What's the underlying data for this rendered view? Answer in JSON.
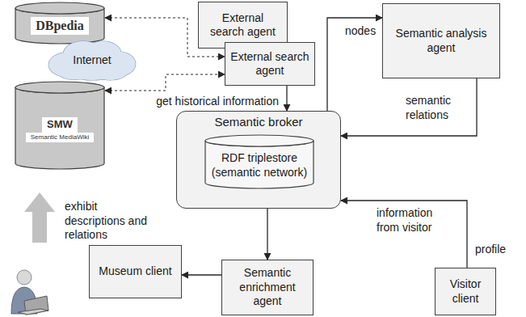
{
  "diagram": {
    "nodes": [
      {
        "text": [
          "DBpedia"
        ]
      },
      {
        "text": [
          "External search agent"
        ]
      },
      {
        "text": [
          "External search agent"
        ]
      },
      {
        "text": [
          "Semantic analysis agent"
        ]
      },
      {
        "text": [
          "Internet"
        ]
      },
      {
        "text": [
          "SMW",
          "Semantic MediaWiki"
        ]
      },
      {
        "text": [
          "Semantic broker"
        ]
      },
      {
        "text": [
          "RDF triplestore (semantic network)"
        ],
        "in": 6
      },
      {
        "text": [
          "Museum client"
        ]
      },
      {
        "text": [
          "Semantic enrichment agent"
        ]
      },
      {
        "text": [
          "Visitor client"
        ]
      }
    ],
    "edges": [
      {
        "from": 0,
        "to": 2,
        "arrow": "both"
      },
      {
        "from": 5,
        "to": 2,
        "arrow": "both"
      },
      {
        "from": 2,
        "to": 6,
        "label": "get historical information",
        "arrow": "to"
      },
      {
        "from": 6,
        "to": 3,
        "label": "nodes",
        "arrow": "to"
      },
      {
        "from": 3,
        "to": 6,
        "label": "semantic relations",
        "arrow": "to"
      },
      {
        "from": 10,
        "to": 6,
        "label": "profile",
        "arrow": "to"
      },
      {
        "from": 6,
        "to": 9,
        "arrow": "to"
      },
      {
        "from": 9,
        "to": 8,
        "arrow": "to"
      }
    ],
    "labels": [
      "exhibit descriptions and relations",
      "information from visitor"
    ]
  }
}
